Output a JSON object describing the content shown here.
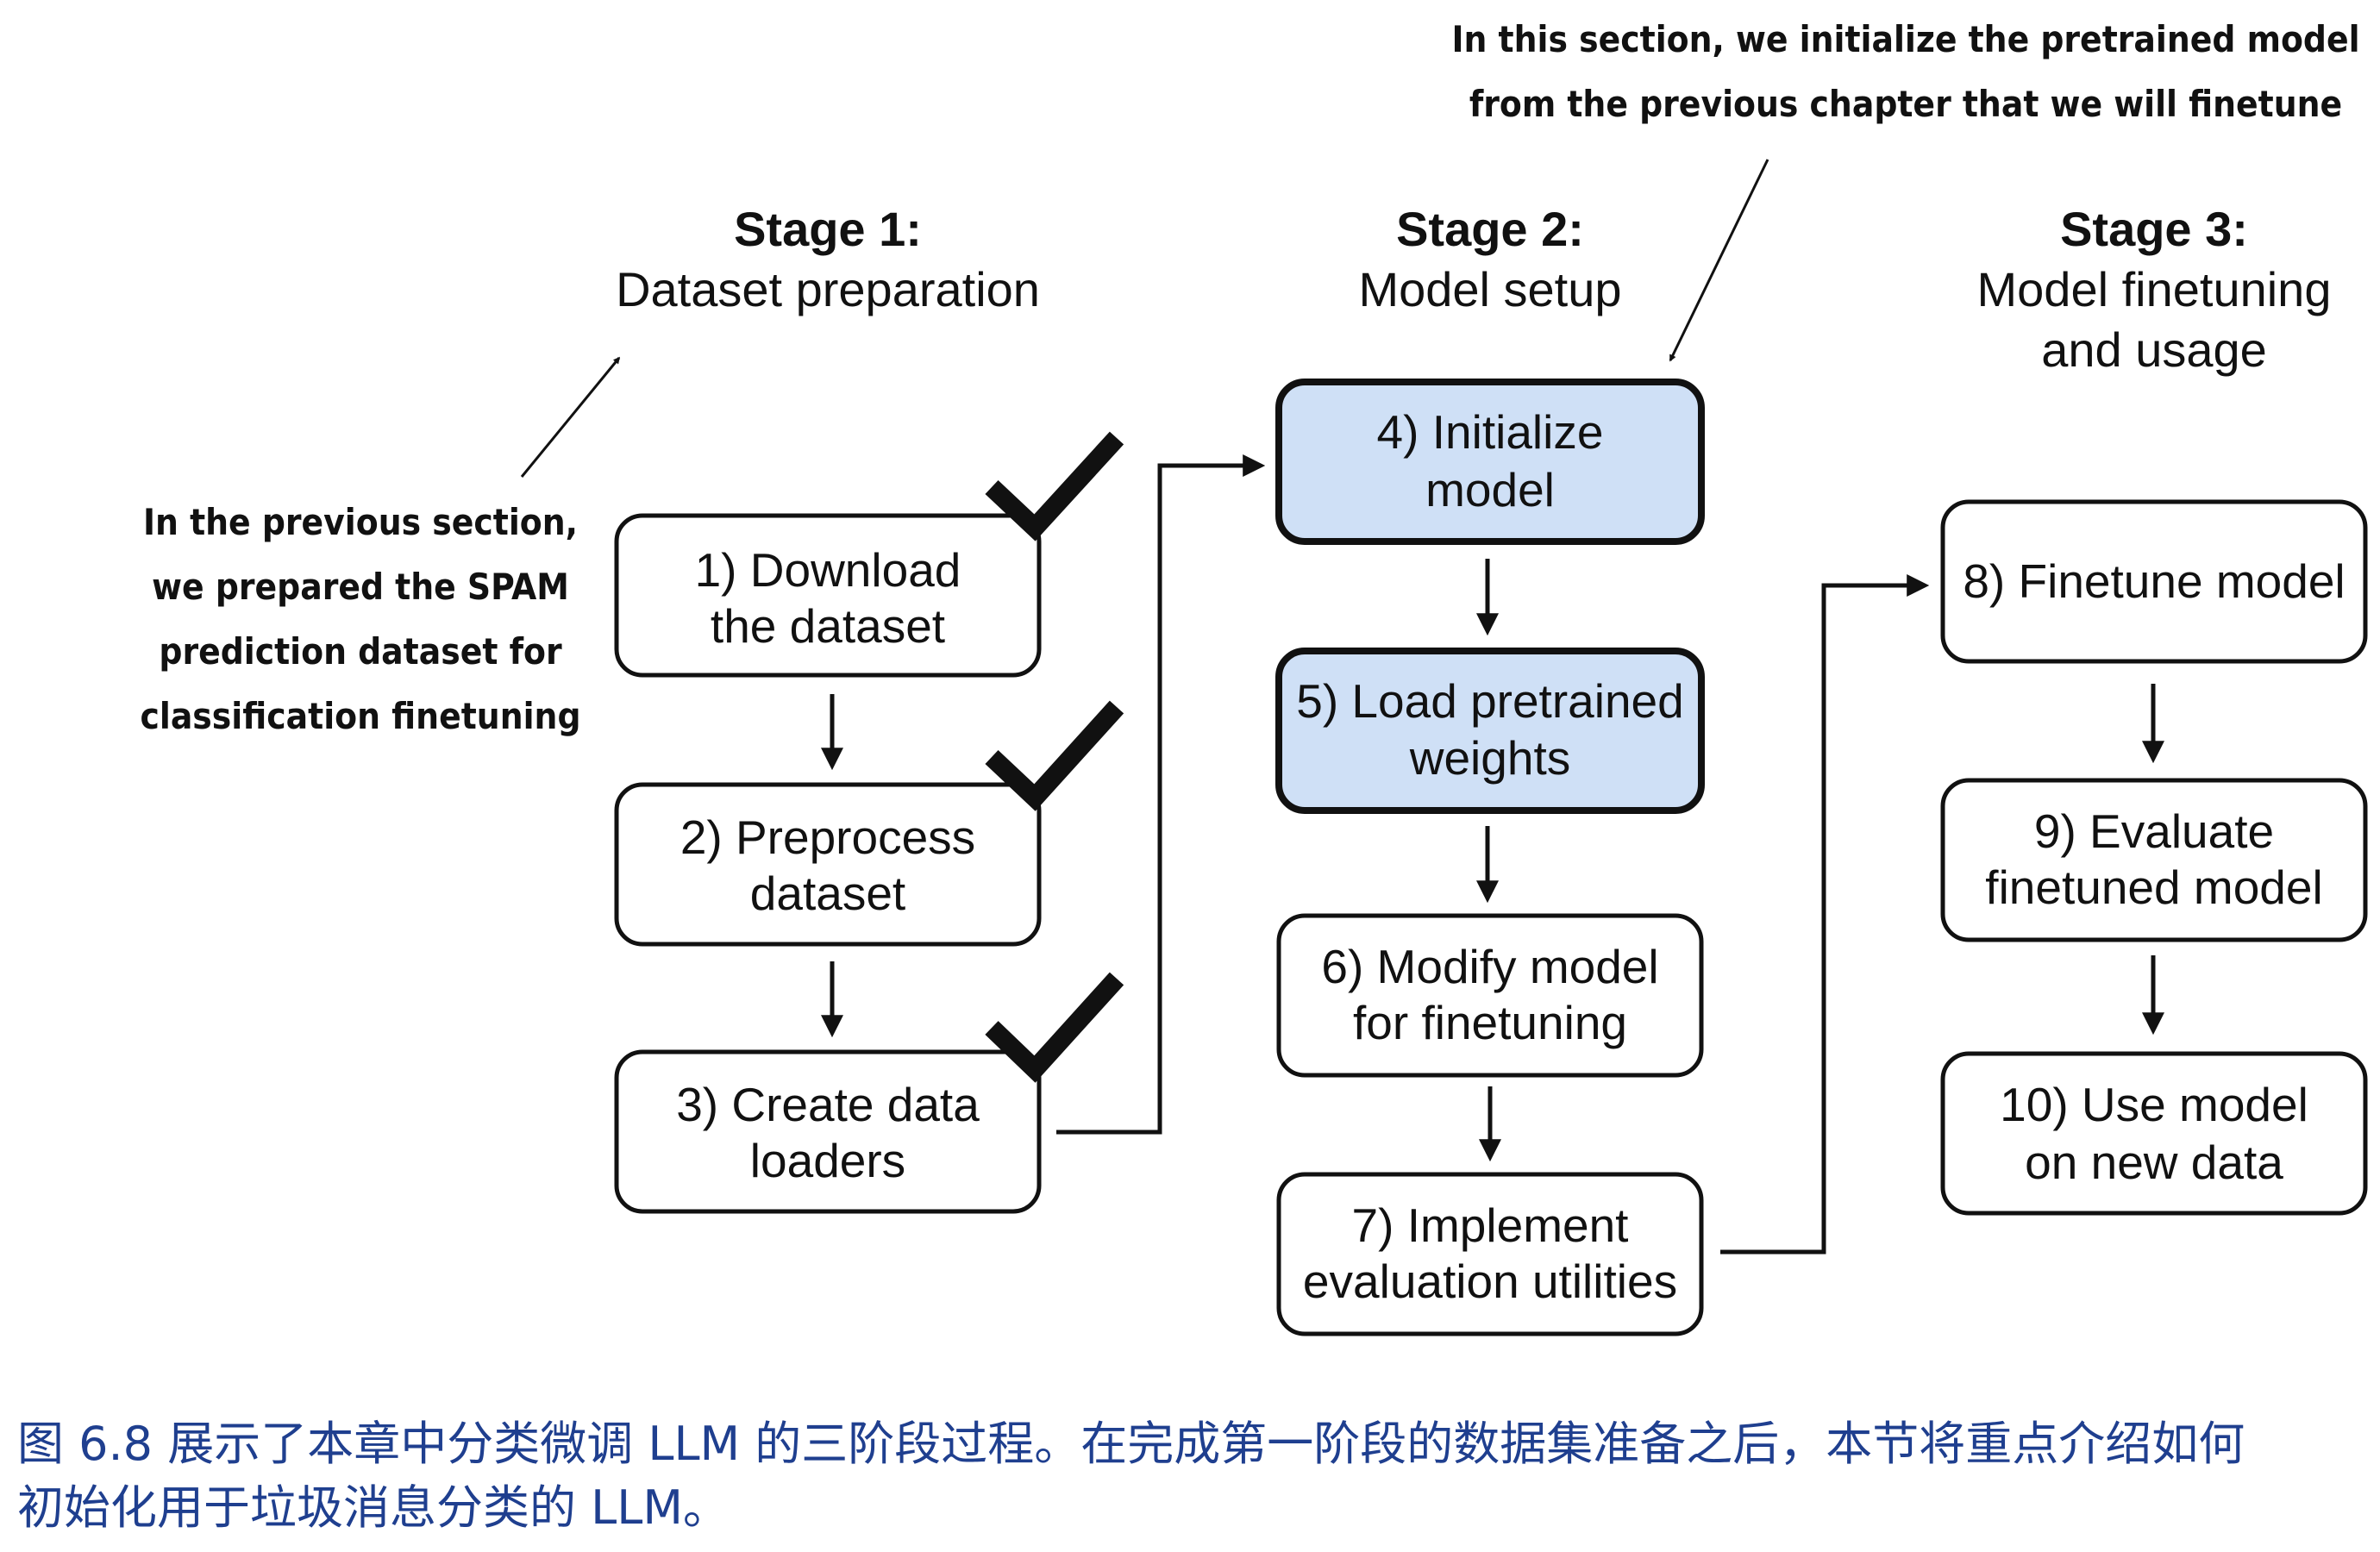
{
  "stages": [
    {
      "title": "Stage 1:",
      "subtitle": [
        "Dataset preparation"
      ]
    },
    {
      "title": "Stage 2:",
      "subtitle": [
        "Model setup"
      ]
    },
    {
      "title": "Stage 3:",
      "subtitle": [
        "Model finetuning",
        "and usage"
      ]
    }
  ],
  "steps": [
    {
      "lines": [
        "1) Download",
        "the dataset"
      ],
      "done": true
    },
    {
      "lines": [
        "2) Preprocess",
        "dataset"
      ],
      "done": true
    },
    {
      "lines": [
        "3) Create data",
        "loaders"
      ],
      "done": true
    },
    {
      "lines": [
        "4) Initialize",
        "model"
      ],
      "highlight": true
    },
    {
      "lines": [
        "5) Load pretrained",
        "weights"
      ],
      "highlight": true
    },
    {
      "lines": [
        "6) Modify model",
        "for finetuning"
      ]
    },
    {
      "lines": [
        "7) Implement",
        "evaluation utilities"
      ]
    },
    {
      "lines": [
        "8) Finetune model"
      ]
    },
    {
      "lines": [
        "9) Evaluate",
        "finetuned model"
      ]
    },
    {
      "lines": [
        "10) Use model",
        "on new data"
      ]
    }
  ],
  "notes": {
    "previous": [
      "In the previous section,",
      "we prepared the SPAM",
      "prediction dataset for",
      "classification finetuning"
    ],
    "current": [
      "In this section, we initialize the pretrained model",
      "from the previous chapter that we will finetune"
    ]
  },
  "caption": {
    "line1": "图 6.8 展示了本章中分类微调 LLM 的三阶段过程。在完成第一阶段的数据集准备之后，本节将重点介绍如何",
    "line2": "初始化用于垃圾消息分类的 LLM。"
  },
  "colors": {
    "highlight_fill": "#cfe0f6",
    "caption_text": "#1f3f8f",
    "stroke": "#111111"
  }
}
